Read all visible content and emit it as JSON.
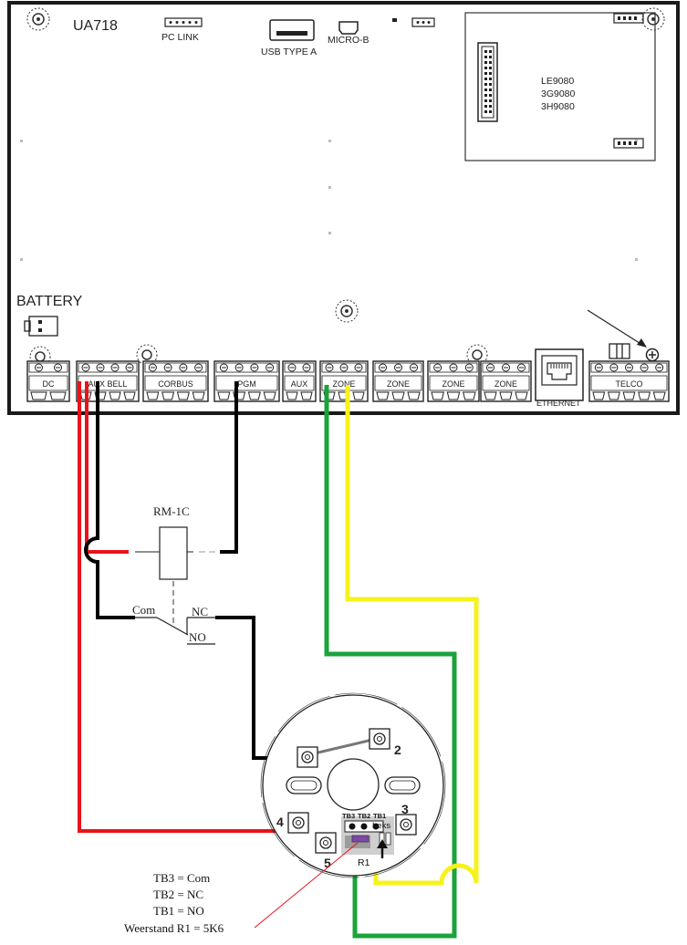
{
  "board": {
    "model": "UA718",
    "pc_link": "PC LINK",
    "usb_type_a": "USB TYPE A",
    "micro_b": "MICRO-B",
    "battery": "BATTERY",
    "ethernet": "ETHERNET",
    "module_lines": [
      "LE9080",
      "3G9080",
      "3H9080"
    ],
    "terminals": [
      {
        "label": "DC",
        "pins": 2
      },
      {
        "label": "AUX    BELL",
        "pins": 4
      },
      {
        "label": "CORBUS",
        "pins": 4
      },
      {
        "label": "PGM",
        "pins": 4
      },
      {
        "label": "AUX",
        "pins": 2
      },
      {
        "label": "ZONE",
        "pins": 3
      },
      {
        "label": "ZONE",
        "pins": 3
      },
      {
        "label": "ZONE",
        "pins": 3
      },
      {
        "label": "ZONE",
        "pins": 3
      },
      {
        "label": "TELCO",
        "pins": 5
      }
    ]
  },
  "relay": {
    "name": "RM-1C",
    "com": "Com",
    "nc": "NC",
    "no": "NO"
  },
  "detector": {
    "terminal_labels": [
      "2",
      "3",
      "4",
      "5"
    ],
    "tb_labels": [
      "TB3",
      "TB2",
      "TB1"
    ],
    "resistor_label": "R1",
    "jumper_text": "Leks"
  },
  "legend": [
    "TB3 = Com",
    "TB2 = NC",
    "TB1 = NO",
    "Weerstand R1 = 5K6"
  ],
  "colors": {
    "red_wire": "#e8131b",
    "black_wire": "#000000",
    "green_wire": "#1aa33a",
    "yellow_wire": "#f7f21c",
    "board_outline": "#1a1a1a",
    "resistor": "#7b4aa0"
  }
}
